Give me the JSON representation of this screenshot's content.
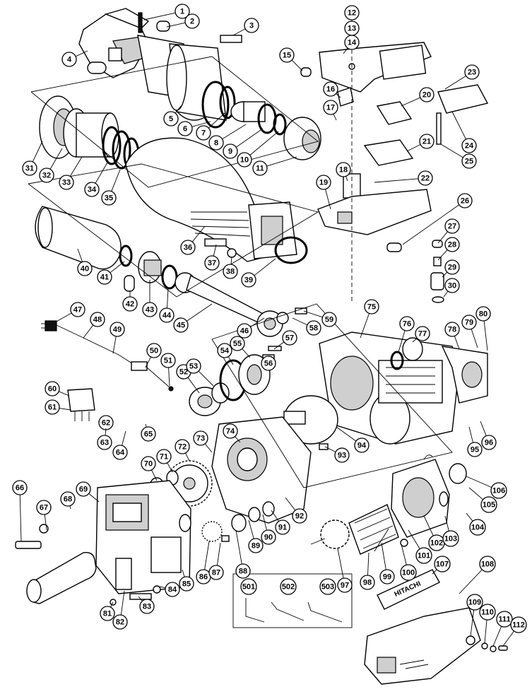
{
  "parts": [
    "1",
    "2",
    "3",
    "4",
    "5",
    "6",
    "7",
    "8",
    "9",
    "10",
    "11",
    "12",
    "13",
    "14",
    "15",
    "16",
    "17",
    "18",
    "19",
    "20",
    "21",
    "22",
    "23",
    "24",
    "25",
    "26",
    "27",
    "28",
    "29",
    "30",
    "31",
    "32",
    "33",
    "34",
    "35",
    "36",
    "37",
    "38",
    "39",
    "40",
    "41",
    "42",
    "43",
    "44",
    "45",
    "46",
    "47",
    "48",
    "49",
    "50",
    "51",
    "52",
    "53",
    "54",
    "55",
    "56",
    "57",
    "58",
    "59",
    "60",
    "61",
    "62",
    "63",
    "64",
    "65",
    "66",
    "67",
    "68",
    "69",
    "70",
    "71",
    "72",
    "73",
    "74",
    "75",
    "76",
    "77",
    "78",
    "79",
    "80",
    "81",
    "82",
    "83",
    "84",
    "85",
    "86",
    "87",
    "88",
    "89",
    "90",
    "91",
    "92",
    "93",
    "94",
    "95",
    "96",
    "97",
    "98",
    "99",
    "100",
    "101",
    "102",
    "103",
    "104",
    "105",
    "106",
    "107",
    "108",
    "109",
    "110",
    "111",
    "112",
    "501",
    "502",
    "503"
  ],
  "nameplate_text": "HITACHI"
}
